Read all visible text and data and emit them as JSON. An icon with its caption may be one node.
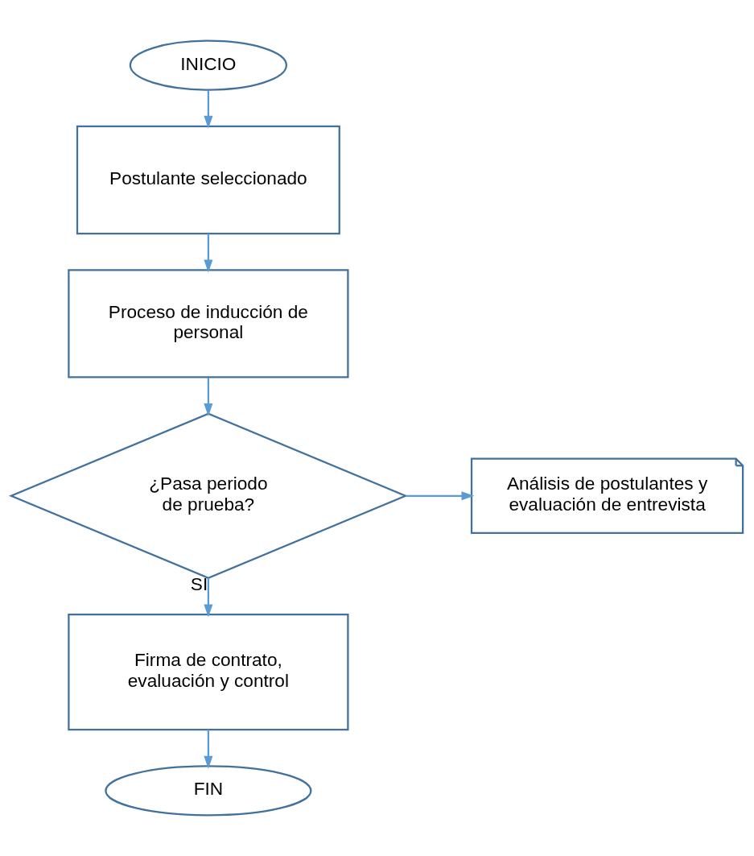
{
  "diagram": {
    "nodes": [
      {
        "text": [
          "INICIO"
        ]
      },
      {
        "text": [
          "Postulante seleccionado"
        ]
      },
      {
        "text": [
          "Proceso de inducción de personal"
        ]
      },
      {
        "text": [
          "¿Pasa periodo de prueba?"
        ]
      },
      {
        "text": [
          "Análisis de postulantes y evaluación de entrevista"
        ]
      },
      {
        "text": [
          "Firma de contrato, evaluación y control"
        ]
      },
      {
        "text": [
          "FIN"
        ]
      }
    ],
    "edges": [
      {
        "from": 0,
        "to": 1,
        "arrow": "to"
      },
      {
        "from": 1,
        "to": 2,
        "arrow": "to"
      },
      {
        "from": 2,
        "to": 3,
        "arrow": "to"
      },
      {
        "from": 3,
        "to": 4,
        "arrow": "to"
      },
      {
        "from": 3,
        "to": 5,
        "arrow": "to",
        "label": "SI"
      },
      {
        "from": 5,
        "to": 6,
        "arrow": "to"
      }
    ]
  }
}
